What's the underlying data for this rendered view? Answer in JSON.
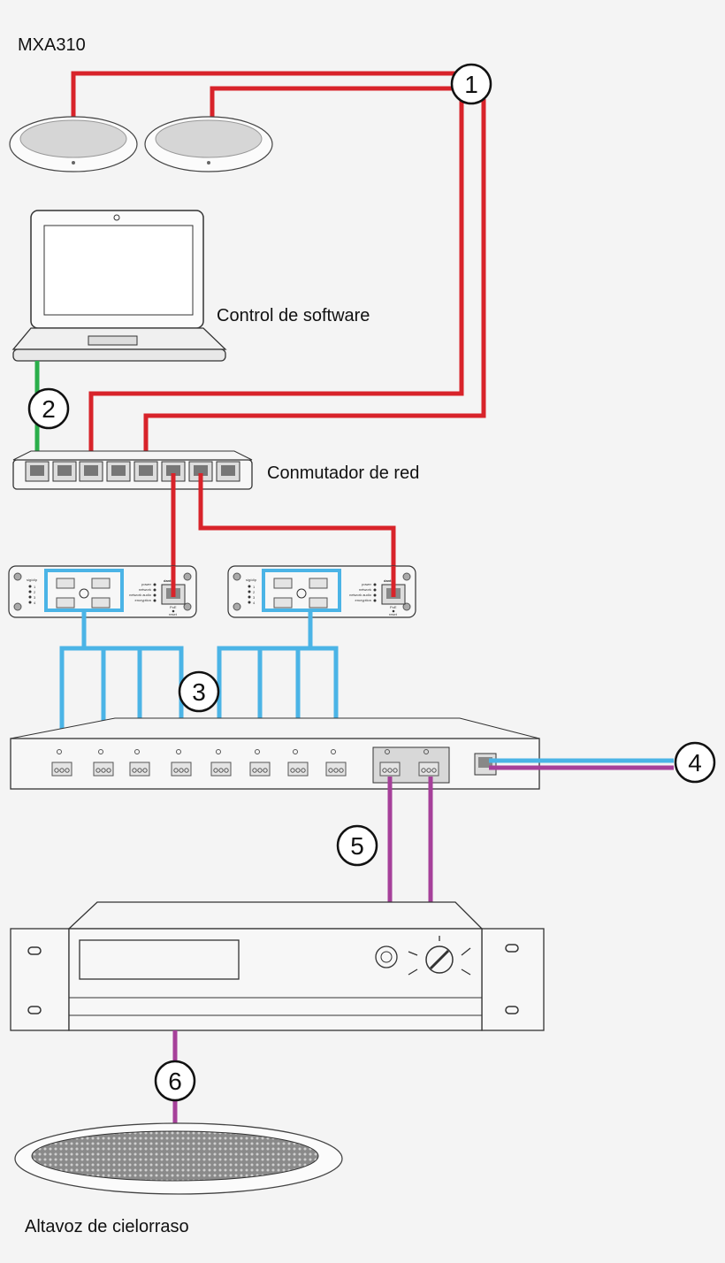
{
  "labels": {
    "mic": "MXA310",
    "laptop": "Control de software",
    "switch": "Conmutador de red",
    "speaker": "Altavoz de cielorraso"
  },
  "callouts": [
    "1",
    "2",
    "3",
    "4",
    "5",
    "6"
  ],
  "interface_device": {
    "brand": "dante",
    "sig_clip": "sig/clip",
    "channels": [
      "1",
      "2",
      "3",
      "4"
    ],
    "leds": [
      "power",
      "network",
      "network audio",
      "encryption"
    ],
    "port_label": "PoE",
    "reset": "reset"
  },
  "colors": {
    "red": "#d8232a",
    "blue": "#4bb4e6",
    "purple": "#a6409a",
    "green": "#2aae4a",
    "background": "#f4f4f4"
  }
}
